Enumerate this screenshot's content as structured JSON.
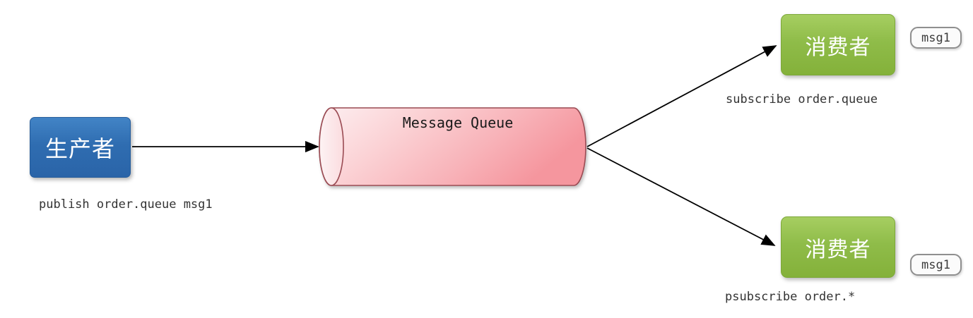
{
  "diagram": {
    "producer": {
      "label": "生产者",
      "caption": "publish order.queue msg1"
    },
    "queue": {
      "label": "Message Queue"
    },
    "consumers": [
      {
        "label": "消费者",
        "caption": "subscribe order.queue",
        "badge": "msg1"
      },
      {
        "label": "消费者",
        "caption": "psubscribe order.*",
        "badge": "msg1"
      }
    ],
    "colors": {
      "producer_blue": "#2f6db1",
      "consumer_green": "#8fbc49",
      "queue_pink_light": "#fdeef0",
      "queue_pink_dark": "#f5969e",
      "queue_border": "#9a4b53",
      "arrow": "#000000",
      "badge_border": "#8f8f8f",
      "caption_text": "#333333"
    }
  }
}
